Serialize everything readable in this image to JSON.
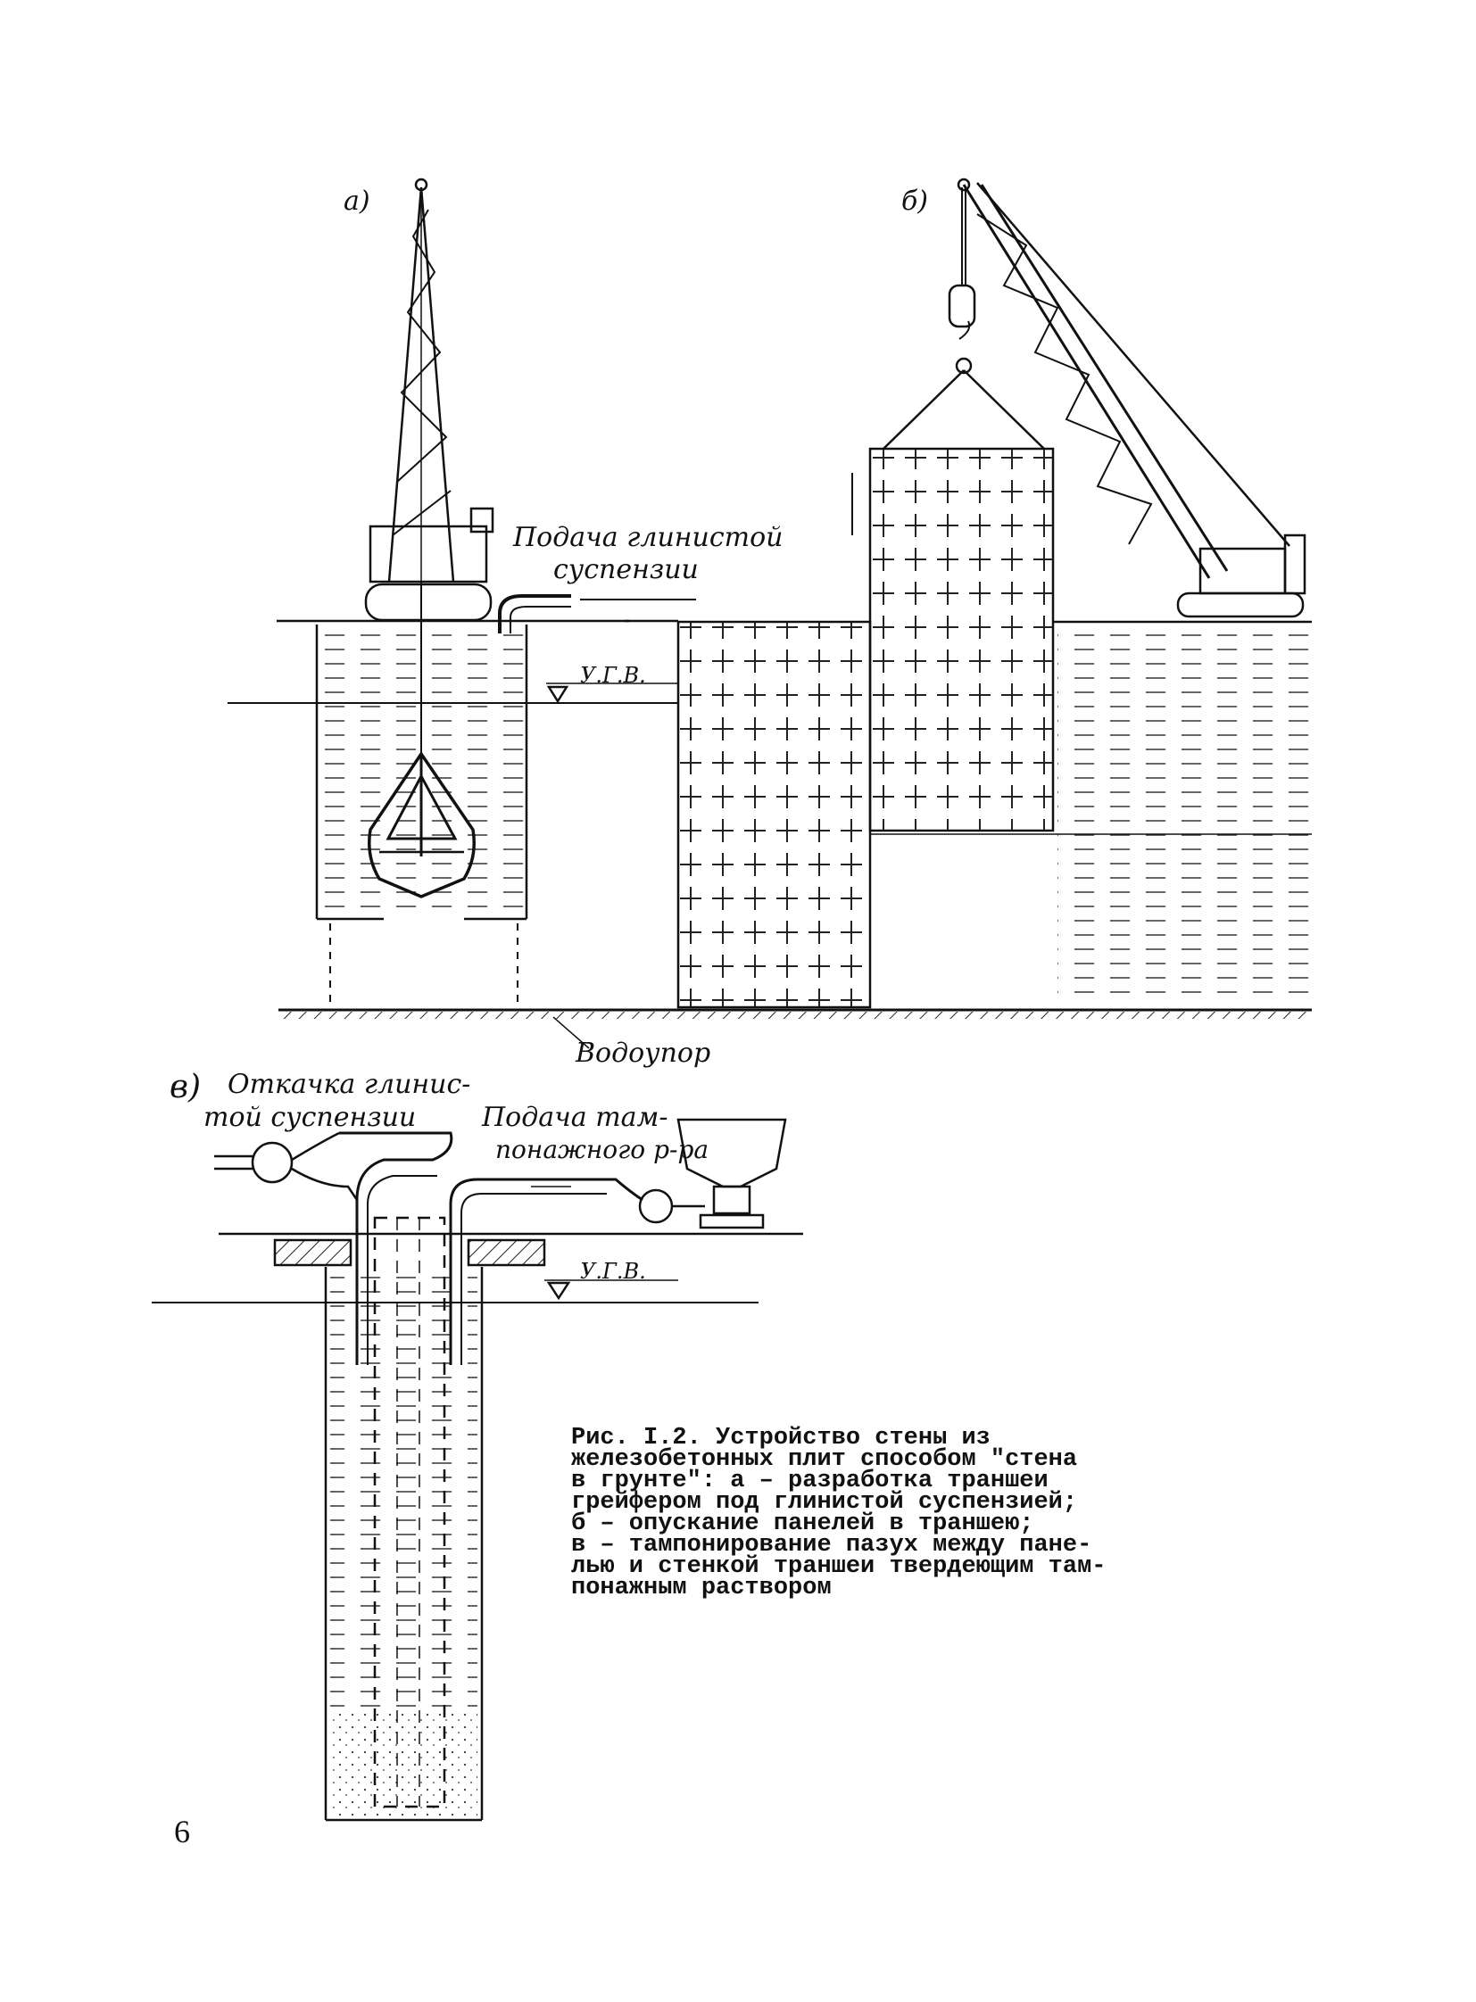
{
  "figure": {
    "label_a": "а)",
    "label_b": "б)",
    "label_v": "в)",
    "supply_clay_line1": "Подача глинистой",
    "supply_clay_line2": "суспензии",
    "water_level_a": "У.Г.В.",
    "water_level_v": "У.Г.В.",
    "aquiclude": "Водоупор",
    "pumpout_line1": "Откачка глинис-",
    "pumpout_line2": "той суспензии",
    "supply_grout_line1": "Подача там-",
    "supply_grout_line2": "понажного р-ра"
  },
  "caption": "Рис. I.2. Устройство стены из\nжелезобетонных плит способом \"стена\nв грунте\": а – разработка траншеи\nгрейфером под глинистой суспензией;\nб – опускание панелей в траншею;\nв – тампонирование пазух между пане-\nлью и стенкой траншеи твердеющим там-\nпонажным раствором",
  "page_number": "6"
}
